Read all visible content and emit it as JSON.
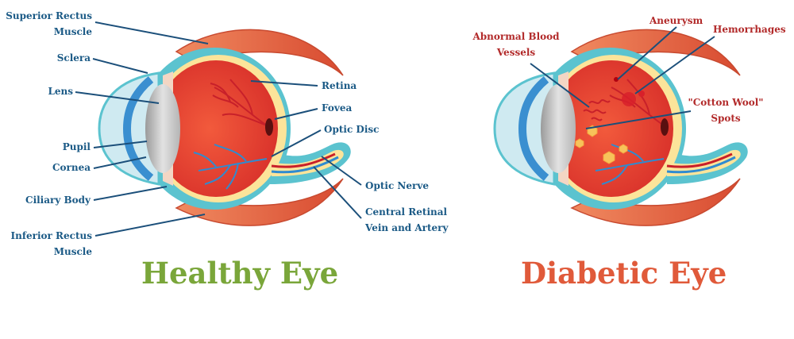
{
  "healthy": {
    "title": "Healthy Eye",
    "labels": {
      "superior_rectus": [
        "Superior Rectus",
        "Muscle"
      ],
      "sclera": "Sclera",
      "lens": "Lens",
      "pupil": "Pupil",
      "cornea": "Cornea",
      "ciliary_body": "Ciliary Body",
      "inferior_rectus": [
        "Inferior Rectus",
        "Muscle"
      ],
      "retina": "Retina",
      "fovea": "Fovea",
      "optic_disc": "Optic Disc",
      "optic_nerve": "Optic Nerve",
      "central_retinal": [
        "Central Retinal",
        "Vein and Artery"
      ]
    }
  },
  "diabetic": {
    "title": "Diabetic Eye",
    "labels": {
      "abnormal_vessels": [
        "Abnormal Blood",
        "Vessels"
      ],
      "aneurysm": "Aneurysm",
      "hemorrhages": "Hemorrhages",
      "cotton_wool": [
        "\"Cotton Wool\"",
        "Spots"
      ]
    }
  },
  "colors": {
    "healthy_title": "#7aa63a",
    "diabetic_title": "#e05a3a",
    "label_blue": "#1b5a86",
    "label_red": "#b22a2a",
    "muscle": "#e06a48",
    "sclera": "#5bc3cf",
    "inner_eye": "#e8442e",
    "retina_layer": "#fce49a",
    "vessels_red": "#c8202a",
    "vessels_blue": "#2f8bd0",
    "cornea": "#cfeaf1",
    "lens": "#bfbfbf"
  }
}
